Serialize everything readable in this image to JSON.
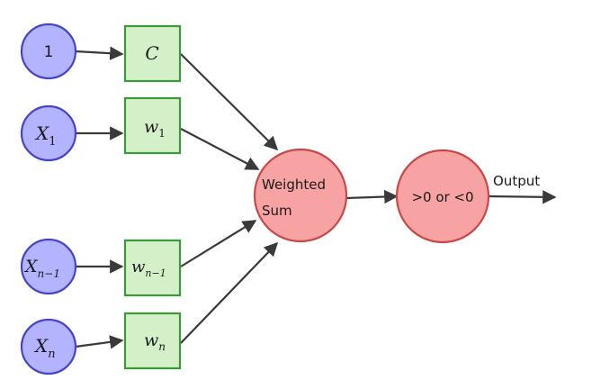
{
  "inputs": {
    "bias": "1",
    "x1": {
      "base": "X",
      "sub": "1"
    },
    "xn_1": {
      "base": "X",
      "sub": "n−1"
    },
    "xn": {
      "base": "X",
      "sub": "n"
    }
  },
  "weights": {
    "bias": "C",
    "w1": {
      "base": "w",
      "sub": "1"
    },
    "wn_1": {
      "base": "w",
      "sub": "n−1"
    },
    "wn": {
      "base": "w",
      "sub": "n"
    }
  },
  "sum": {
    "line1": "Weighted",
    "line2": "Sum"
  },
  "threshold": {
    "label": ">0 or <0"
  },
  "output": {
    "label": "Output"
  },
  "colors": {
    "input_fill": "#b3b3ff",
    "input_stroke": "#4444cc",
    "weight_fill": "#d4f0c8",
    "weight_stroke": "#3a9a3a",
    "sum_fill": "#f7a3a3",
    "sum_stroke": "#c84848"
  }
}
